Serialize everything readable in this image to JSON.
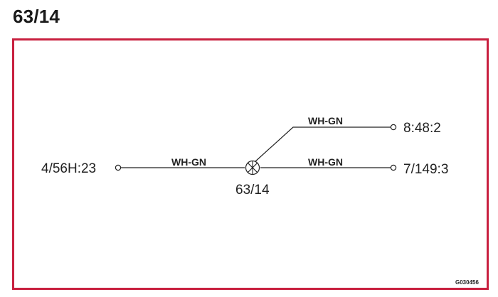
{
  "header": {
    "title": "63/14"
  },
  "diagram": {
    "node": {
      "label": "63/14"
    },
    "endpoints": [
      {
        "id": "left",
        "label": "4/56H:23"
      },
      {
        "id": "top-right",
        "label": "8:48:2"
      },
      {
        "id": "bottom-right",
        "label": "7/149:3"
      }
    ],
    "wires": [
      {
        "id": "left-wire",
        "color_code": "WH-GN"
      },
      {
        "id": "upper-right-wire",
        "color_code": "WH-GN"
      },
      {
        "id": "lower-right-wire",
        "color_code": "WH-GN"
      }
    ],
    "reference_code": "G030456"
  },
  "colors": {
    "frame": "#c8203f",
    "lines": "#222222"
  }
}
